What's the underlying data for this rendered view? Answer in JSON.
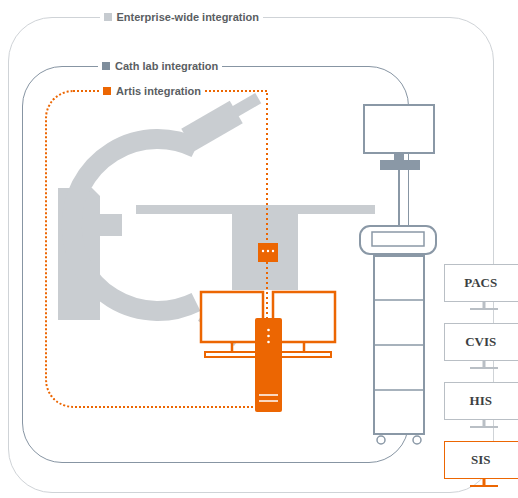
{
  "diagram": {
    "nodes": [
      {
        "text": [
          "Enterprise-wide integration"
        ]
      },
      {
        "text": [
          "Cath lab integration"
        ],
        "in": 0
      },
      {
        "text": [
          "Artis integration"
        ],
        "in": 1
      },
      {
        "text": [
          "PACS"
        ],
        "in": 0
      },
      {
        "text": [
          "CVIS"
        ],
        "in": 0
      },
      {
        "text": [
          "HIS"
        ],
        "in": 0
      },
      {
        "text": [
          "SIS"
        ],
        "in": 0
      }
    ]
  }
}
